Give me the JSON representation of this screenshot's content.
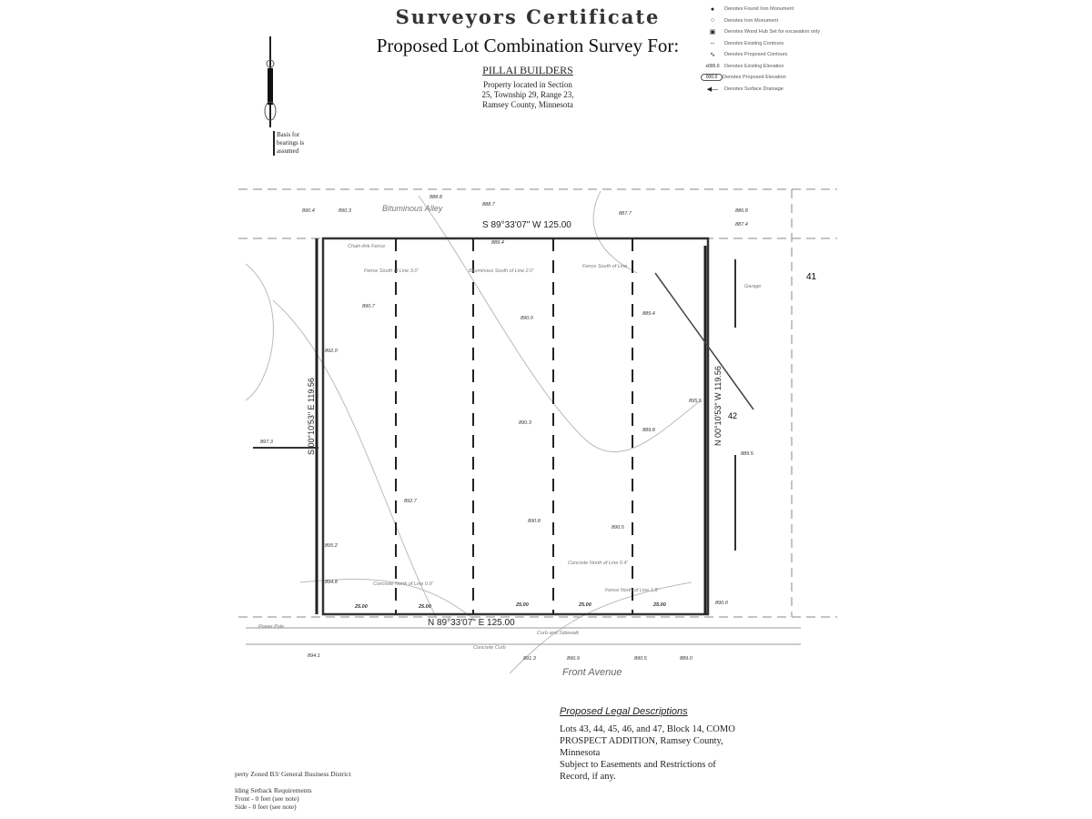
{
  "header": {
    "title": "Surveyors Certificate",
    "subtitle": "Proposed Lot Combination Survey For:",
    "client": "PILLAI BUILDERS",
    "location_lines": [
      "Property located in Section",
      "25, Township 29, Range 23,",
      "Ramsey County, Minnesota"
    ]
  },
  "north_arrow": {
    "note_lines": [
      "Basis for",
      "bearings is",
      "assumed"
    ]
  },
  "legend": [
    {
      "icon": "filled-circle-icon",
      "label": "Denotes Found Iron Monument"
    },
    {
      "icon": "open-circle-icon",
      "label": "Denotes Iron Monument"
    },
    {
      "icon": "square-icon",
      "label": "Denotes Wood Hub Set for excavation only"
    },
    {
      "icon": "dashed-curve-icon",
      "label": "Denotes Existing Contours"
    },
    {
      "icon": "solid-curve-icon",
      "label": "Denotes Proposed Contours"
    },
    {
      "icon": "elevation-text-icon",
      "symbol": "x000.0",
      "label": "Denotes Existing Elevation"
    },
    {
      "icon": "elevation-oval-icon",
      "symbol": "000.0",
      "label": "Denotes Proposed Elevation"
    },
    {
      "icon": "arrow-icon",
      "label": "Denotes Surface Drainage"
    }
  ],
  "plan": {
    "streets": {
      "alley": "Bituminous Alley",
      "avenue": "Front Avenue"
    },
    "bearings": {
      "north": "S 89°33'07\" W 125.00",
      "south": "N 89°33'07\" E 125.00",
      "west": "S 00°10'53\" E 119.56",
      "east": "N 00°10'53\" W 119.56"
    },
    "adjacent_lots": [
      "41",
      "42"
    ],
    "notes": [
      "Chain-link Fence",
      "Fence South of Line 3.0'",
      "Bituminous South of Line 2.0'",
      "Fence South of Line",
      "Garage",
      "Concrete North of Line 0.9'",
      "Concrete North of Line 0.4'",
      "Fence North of Line 1.8'",
      "Curb and Sidewalk",
      "Concrete Curb",
      "Power Pole"
    ],
    "segments": [
      "25.00",
      "25.00",
      "25.00",
      "25.00",
      "25.00"
    ],
    "elevations": [
      "890.4",
      "890.3",
      "888.8",
      "888.7",
      "887.7",
      "886.8",
      "887.4",
      "889.4",
      "890.7",
      "890.0",
      "889.4",
      "892.0",
      "890.3",
      "889.8",
      "895.5",
      "892.7",
      "890.8",
      "890.5",
      "894.8",
      "895.2",
      "897.3",
      "890.0",
      "889.5",
      "894.1",
      "891.3",
      "890.9",
      "890.5",
      "889.0"
    ]
  },
  "legal": {
    "heading": "Proposed Legal Descriptions",
    "lines": [
      "Lots 43, 44, 45, 46, and 47, Block 14, COMO",
      "PROSPECT ADDITION, Ramsey County,",
      "Minnesota",
      "Subject to Easements and Restrictions of",
      "Record, if any."
    ]
  },
  "zoning": {
    "lines": [
      "perty Zoned B3/ General Business District",
      "",
      "lding Setback Requirements",
      "Front - 0 feet (see note)",
      "Side - 0 feet (see note)"
    ]
  }
}
